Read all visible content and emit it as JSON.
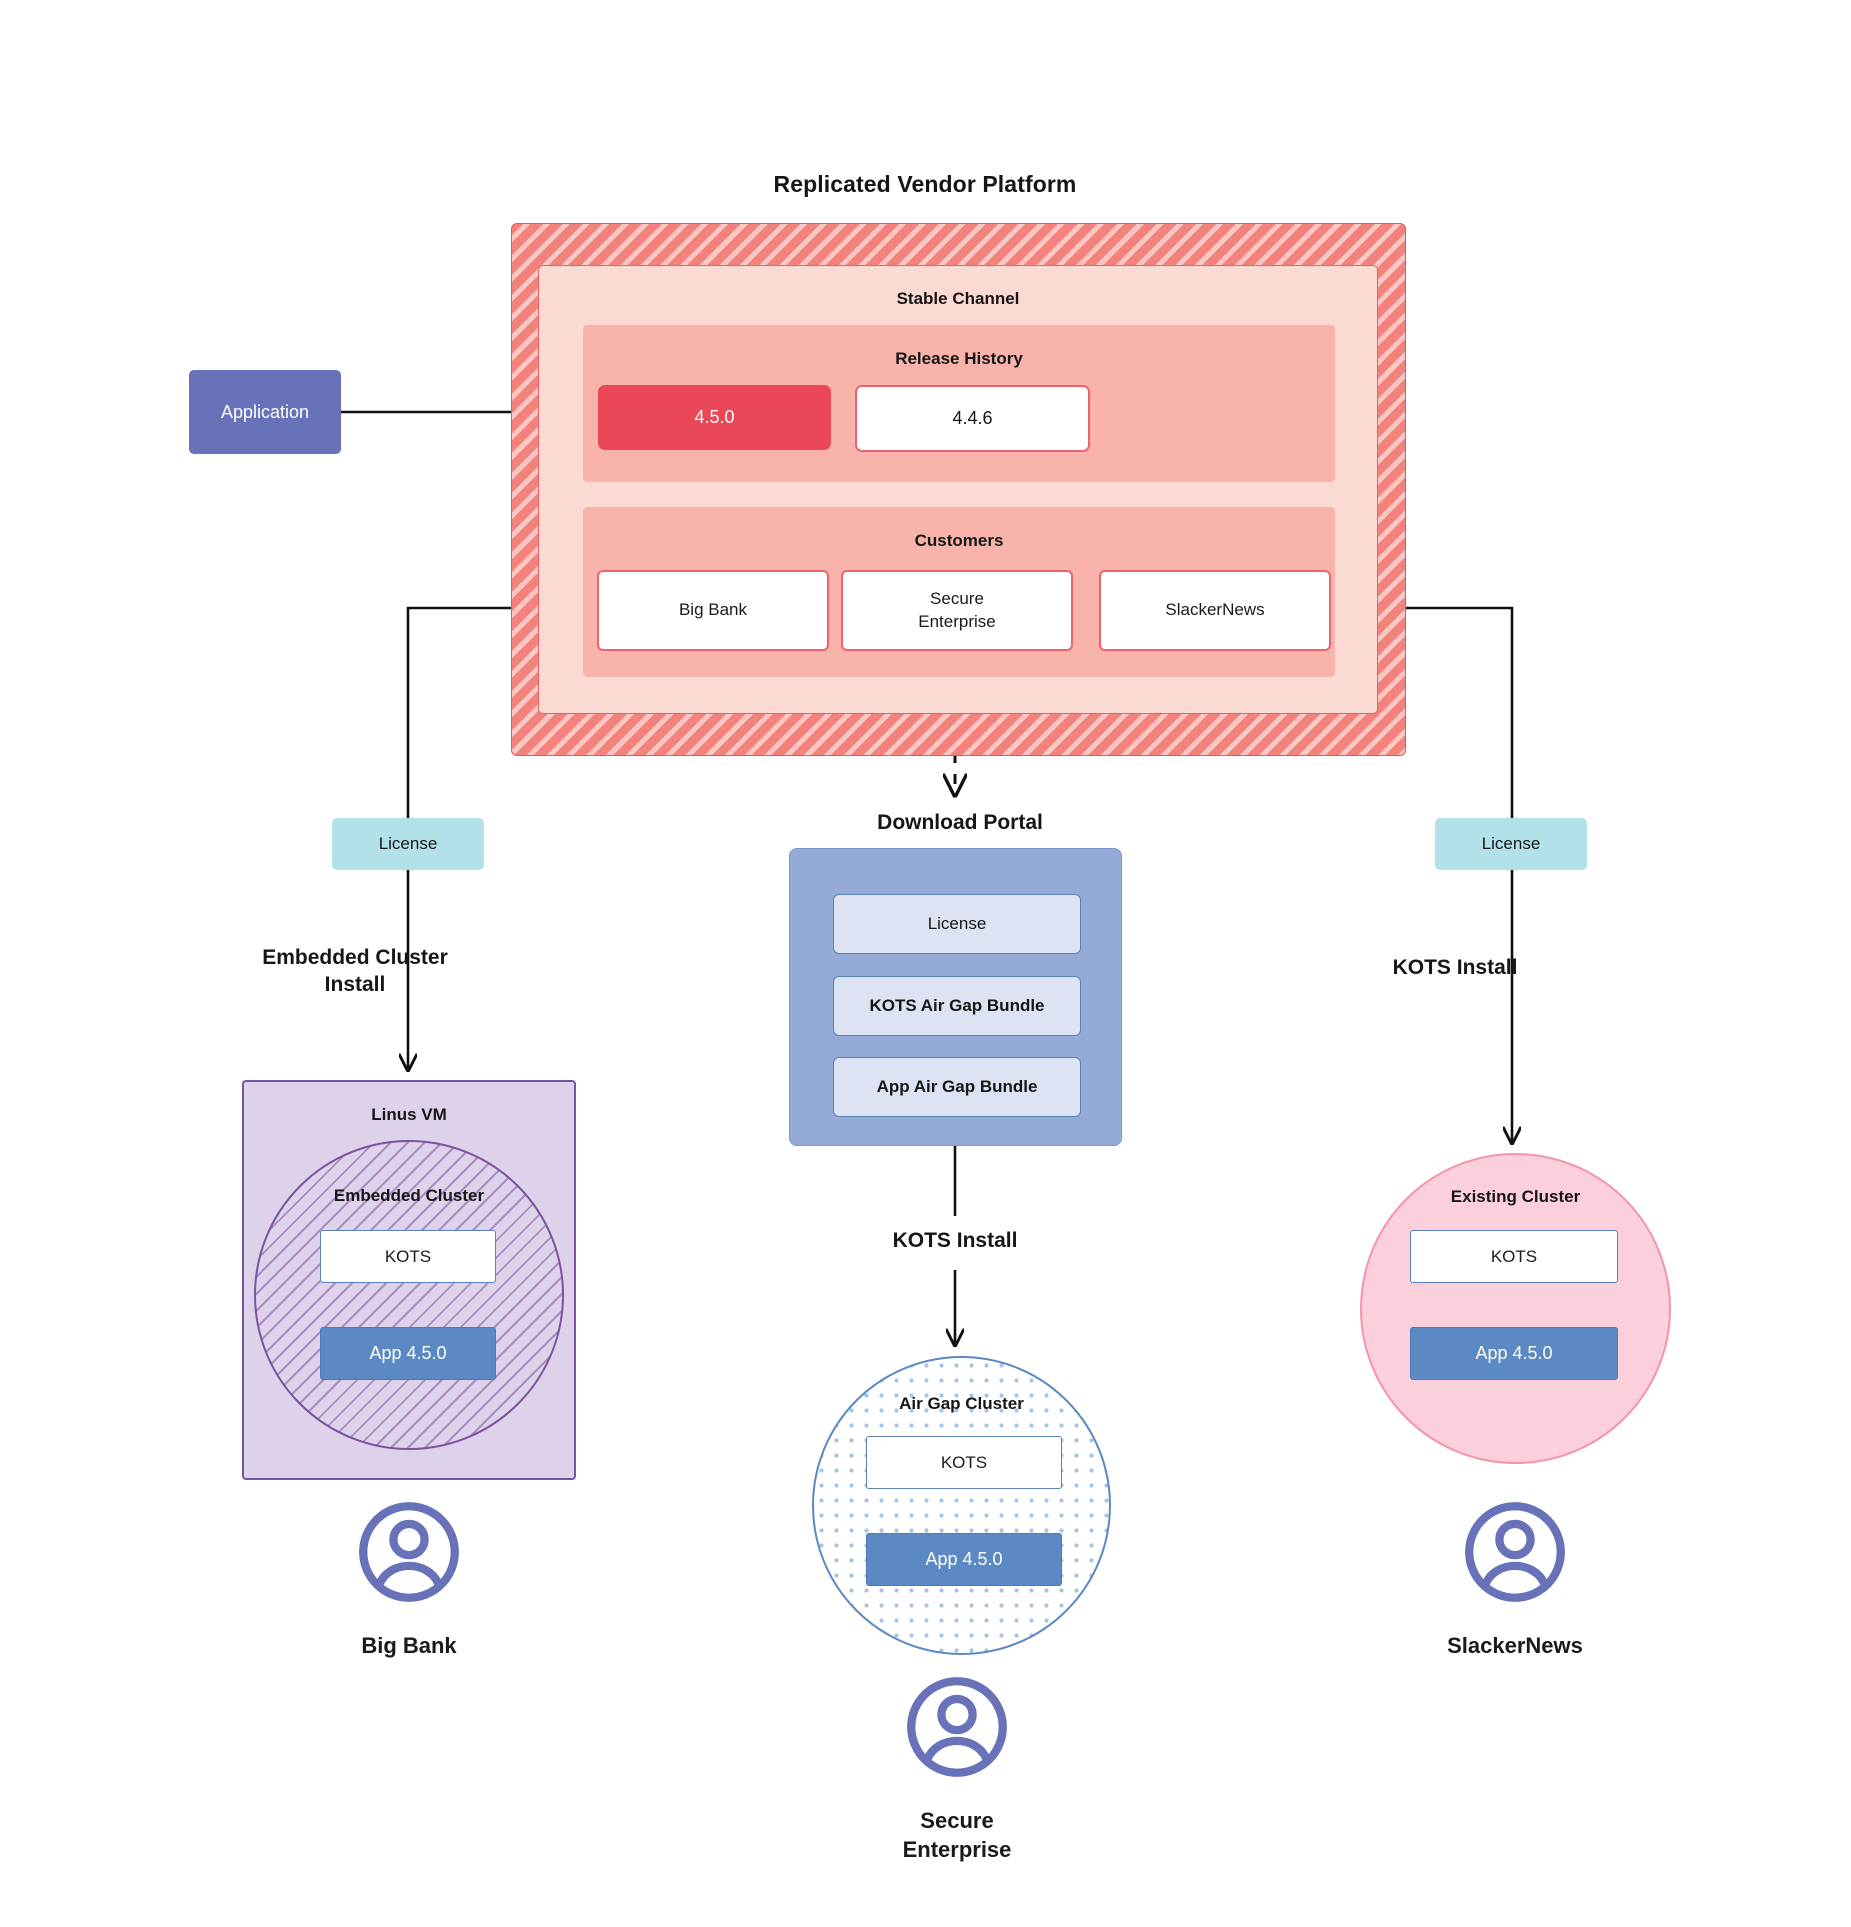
{
  "diagram": {
    "title": "Replicated Vendor Platform",
    "application_box": {
      "label": "Application"
    },
    "vendor_platform": {
      "channel": {
        "title": "Stable Channel"
      },
      "release_history": {
        "title": "Release History",
        "releases": [
          {
            "version": "4.5.0",
            "state": "current"
          },
          {
            "version": "4.4.6",
            "state": "previous"
          }
        ]
      },
      "customers": {
        "title": "Customers",
        "items": [
          {
            "name": "Big Bank"
          },
          {
            "name": "Secure\nEnterprise"
          },
          {
            "name": "SlackerNews"
          }
        ]
      }
    },
    "licenses": [
      {
        "label": "License",
        "side": "left"
      },
      {
        "label": "License",
        "side": "right"
      }
    ],
    "flow_labels": {
      "embedded_cluster_install": "Embedded Cluster\nInstall",
      "kots_install_right": "KOTS Install",
      "kots_install_middle": "KOTS Install"
    },
    "download_portal": {
      "title": "Download  Portal",
      "items": [
        {
          "label": "License"
        },
        {
          "label": "KOTS Air Gap Bundle"
        },
        {
          "label": "App Air Gap Bundle"
        }
      ]
    },
    "left_target": {
      "vm_label": "Linus VM",
      "cluster_label": "Embedded Cluster",
      "kots_label": "KOTS",
      "app_label": "App 4.5.0"
    },
    "middle_target": {
      "cluster_label": "Air Gap Cluster",
      "kots_label": "KOTS",
      "app_label": "App 4.5.0"
    },
    "right_target": {
      "cluster_label": "Existing Cluster",
      "kots_label": "KOTS",
      "app_label": "App 4.5.0"
    },
    "personas": [
      {
        "name": "Big Bank",
        "icon": "user-avatar-icon"
      },
      {
        "name": "Secure\nEnterprise",
        "icon": "user-avatar-icon"
      },
      {
        "name": "SlackerNews",
        "icon": "user-avatar-icon"
      }
    ],
    "colors": {
      "platform_hatch": "#f4827c",
      "channel_fill": "#fbdad4",
      "section_fill": "#f8b4ab",
      "release_current": "#ea4759",
      "application_fill": "#6872b8",
      "license_fill": "#b3e1ea",
      "portal_fill": "#93abd6",
      "portal_item_fill": "#dde3f2",
      "app_fill": "#5b89c3",
      "vm_fill": "#ddd2ea",
      "vm_stroke": "#7b52a1",
      "existing_cluster_fill": "#fbd0da",
      "existing_cluster_stroke": "#f394ae",
      "persona": "#6872b8",
      "connector": "#111111"
    }
  }
}
